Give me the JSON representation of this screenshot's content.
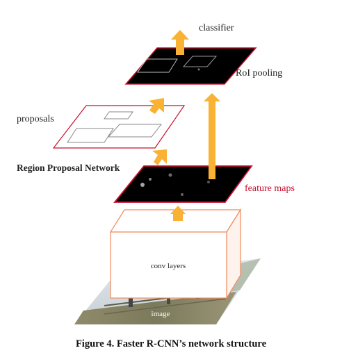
{
  "labels": {
    "classifier": "classifier",
    "roi_pooling": "RoI pooling",
    "proposals": "proposals",
    "rpn": "Region Proposal Network",
    "feature_maps": "feature maps",
    "conv_layers": "conv layers",
    "image": "image"
  },
  "caption": "Figure 4. Faster R-CNN’s network structure",
  "colors": {
    "arrow": "#f9b234",
    "plane_border": "#c8102e",
    "box_border": "#f08a5d",
    "feature_map_fill": "#000000",
    "feature_maps_text": "#c8102e",
    "proposal_box_stroke": "#888888"
  }
}
